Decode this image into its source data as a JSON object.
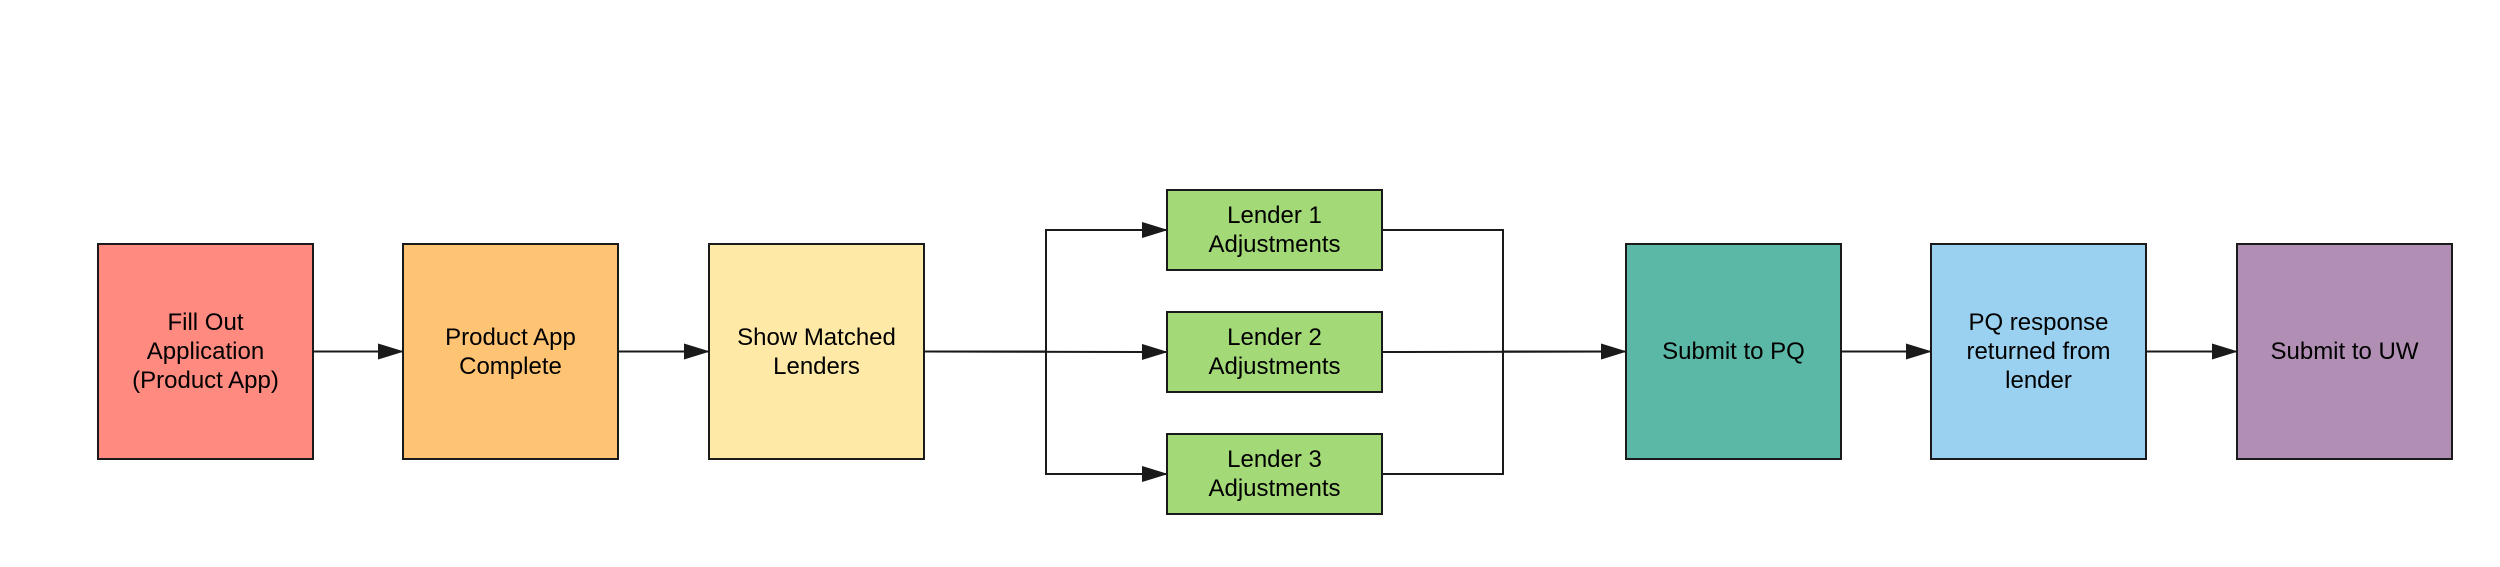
{
  "diagram": {
    "nodes": [
      {
        "id": "fill-out-application",
        "label": "Fill Out\nApplication\n(Product App)",
        "color": "#ff8a80"
      },
      {
        "id": "product-app-complete",
        "label": "Product App\nComplete",
        "color": "#ffc374"
      },
      {
        "id": "show-matched-lenders",
        "label": "Show Matched\nLenders",
        "color": "#ffe9a6"
      },
      {
        "id": "lender-1-adjustments",
        "label": "Lender 1\nAdjustments",
        "color": "#a3d977"
      },
      {
        "id": "lender-2-adjustments",
        "label": "Lender 2\nAdjustments",
        "color": "#a3d977"
      },
      {
        "id": "lender-3-adjustments",
        "label": "Lender 3\nAdjustments",
        "color": "#a3d977"
      },
      {
        "id": "submit-to-pq",
        "label": "Submit to PQ",
        "color": "#5cb8a6"
      },
      {
        "id": "pq-response",
        "label": "PQ response\nreturned from\nlender",
        "color": "#9ad0f0"
      },
      {
        "id": "submit-to-uw",
        "label": "Submit to UW",
        "color": "#b18fb5"
      }
    ],
    "edges": [
      {
        "from": "fill-out-application",
        "to": "product-app-complete"
      },
      {
        "from": "product-app-complete",
        "to": "show-matched-lenders"
      },
      {
        "from": "show-matched-lenders",
        "to": "lender-1-adjustments"
      },
      {
        "from": "show-matched-lenders",
        "to": "lender-2-adjustments"
      },
      {
        "from": "show-matched-lenders",
        "to": "lender-3-adjustments"
      },
      {
        "from": "lender-1-adjustments",
        "to": "submit-to-pq"
      },
      {
        "from": "lender-2-adjustments",
        "to": "submit-to-pq"
      },
      {
        "from": "lender-3-adjustments",
        "to": "submit-to-pq"
      },
      {
        "from": "submit-to-pq",
        "to": "pq-response"
      },
      {
        "from": "pq-response",
        "to": "submit-to-uw"
      }
    ],
    "line_color": "#1a1a1a"
  }
}
